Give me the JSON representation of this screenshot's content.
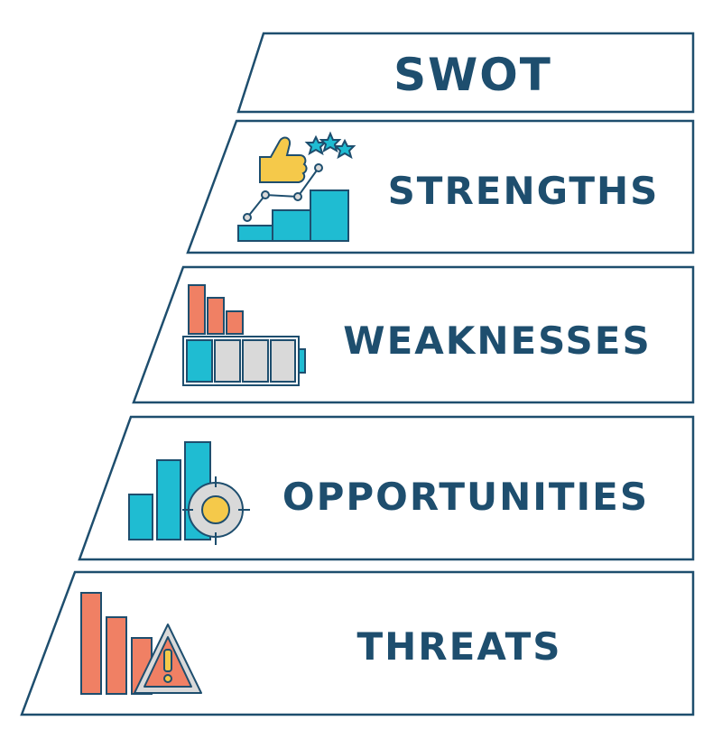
{
  "colors": {
    "outline": "#1e4e6e",
    "text": "#1e4e6e",
    "teal": "#1fbcd2",
    "coral": "#f08064",
    "grey": "#d9d9d9",
    "yellow": "#f5c94a"
  },
  "rows": [
    {
      "key": "swot",
      "label": "SWOT",
      "icon": "none"
    },
    {
      "key": "strengths",
      "label": "STRENGTHS",
      "icon": "thumbs-up-growth-icon"
    },
    {
      "key": "weaknesses",
      "label": "WEAKNESSES",
      "icon": "low-battery-icon"
    },
    {
      "key": "opportunities",
      "label": "OPPORTUNITIES",
      "icon": "bar-chart-target-icon"
    },
    {
      "key": "threats",
      "label": "THREATS",
      "icon": "declining-chart-warning-icon"
    }
  ]
}
